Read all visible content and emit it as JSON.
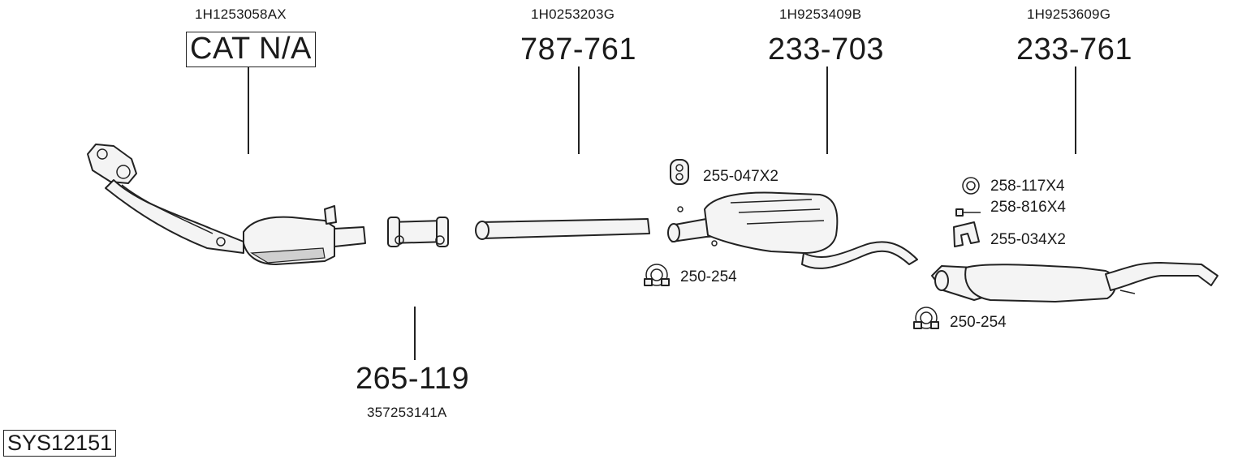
{
  "system_code": "SYS12151",
  "parts": {
    "catalyst": {
      "oem": "1H1253058AX",
      "label": "CAT N/A"
    },
    "front_pipe": {
      "oem": "1H0253203G",
      "part_number": "787-761"
    },
    "center_silencer": {
      "oem": "1H9253409B",
      "part_number": "233-703"
    },
    "rear_silencer": {
      "oem": "1H9253609G",
      "part_number": "233-761"
    },
    "connector": {
      "oem": "357253141A",
      "part_number": "265-119"
    }
  },
  "accessories": {
    "mount_center": "255-047X2",
    "clamp_center": "250-254",
    "ring_rear": "258-117X4",
    "bolt_rear": "258-816X4",
    "mount_rear": "255-034X2",
    "clamp_rear": "250-254"
  }
}
